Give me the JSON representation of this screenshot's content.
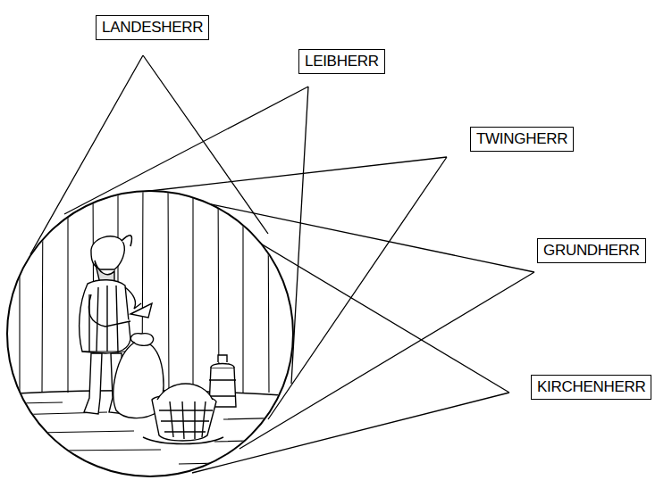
{
  "diagram": {
    "nodes": [
      {
        "text": [
          "LANDESHERR"
        ]
      },
      {
        "text": [
          "LEIBHERR"
        ]
      },
      {
        "text": [
          "TWINGHERR"
        ]
      },
      {
        "text": [
          "GRUNDHERR"
        ]
      },
      {
        "text": [
          "KIRCHENHERR"
        ]
      }
    ],
    "edges": []
  }
}
